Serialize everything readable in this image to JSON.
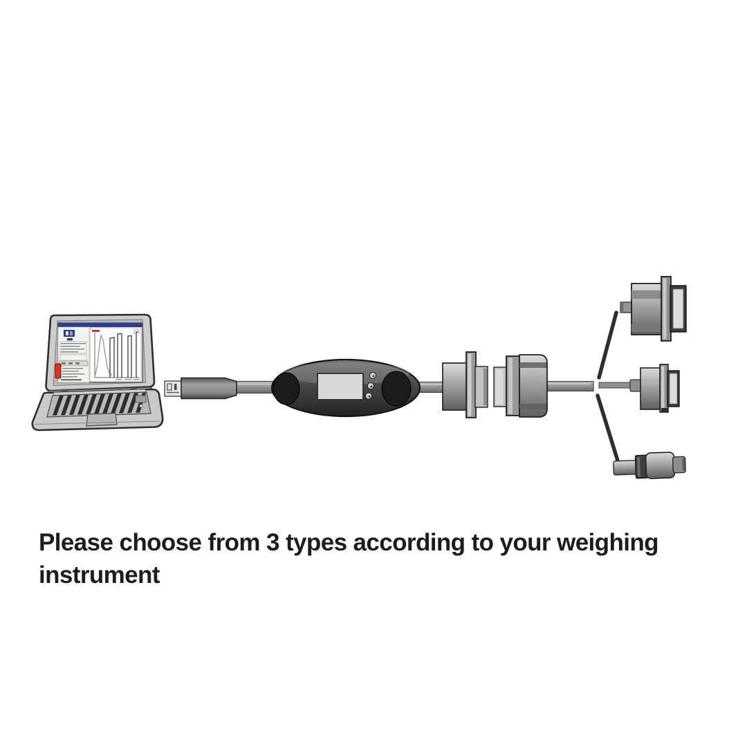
{
  "page": {
    "background": "#ffffff",
    "description": "Connection diagram: laptop with weighing software, USB converter cable, and 3 selectable instrument-side connectors"
  },
  "caption": {
    "lines": [
      "Please choose from 3 types according to your weighing",
      "instrument"
    ],
    "color": "#1d1d1d"
  },
  "diagram": {
    "components": {
      "laptop": {
        "name": "laptop-with-weighing-software"
      },
      "usb_plug": {
        "name": "usb-type-a-plug"
      },
      "converter_pod": {
        "name": "usb-serial-converter-pod",
        "led_count": 3
      },
      "serial_adapter_female": {
        "name": "d-sub-connector-with-flange"
      },
      "serial_adapter_male": {
        "name": "d-sub-connector-body"
      },
      "options": [
        {
          "index": 1,
          "name": "large-d-sub-connector"
        },
        {
          "index": 2,
          "name": "small-d-sub-connector"
        },
        {
          "index": 3,
          "name": "round-din-connector"
        }
      ]
    },
    "colors": {
      "outline": "#1f1f1f",
      "metal_light": "#dadada",
      "metal_mid": "#a3a3a3",
      "metal_dark": "#636363",
      "pod_body": "#474747",
      "pod_ends": "#1c1c1c",
      "cable": "#9c9c9c",
      "titlebar_blue": "#2a3d8f",
      "red_button": "#e1301e",
      "branch_line": "#2e2e2e"
    }
  }
}
